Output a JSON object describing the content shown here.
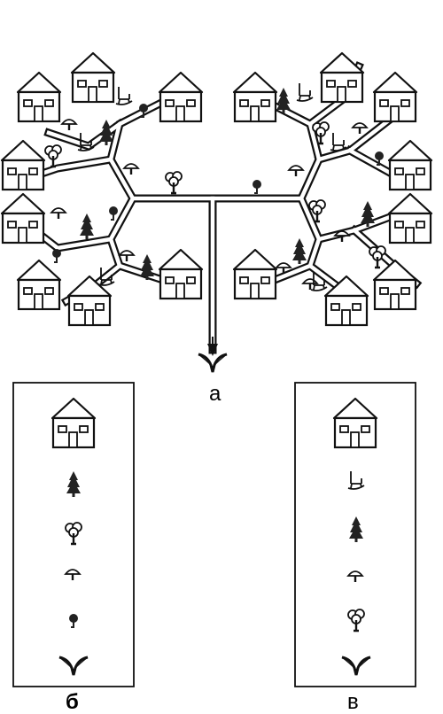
{
  "labels": {
    "a": "а",
    "b": "б",
    "c": "в"
  },
  "panels": {
    "b": {
      "items": [
        "house-icon",
        "fir-tree-icon",
        "deciduous-tree-icon",
        "mushroom-icon",
        "bush-icon",
        "drain-outlet-icon"
      ]
    },
    "c": {
      "items": [
        "house-icon",
        "chair-icon",
        "fir-tree-icon",
        "mushroom-icon",
        "deciduous-tree-icon",
        "drain-outlet-icon"
      ]
    }
  },
  "colors": {
    "ink": "#111111",
    "paper": "#ffffff"
  }
}
